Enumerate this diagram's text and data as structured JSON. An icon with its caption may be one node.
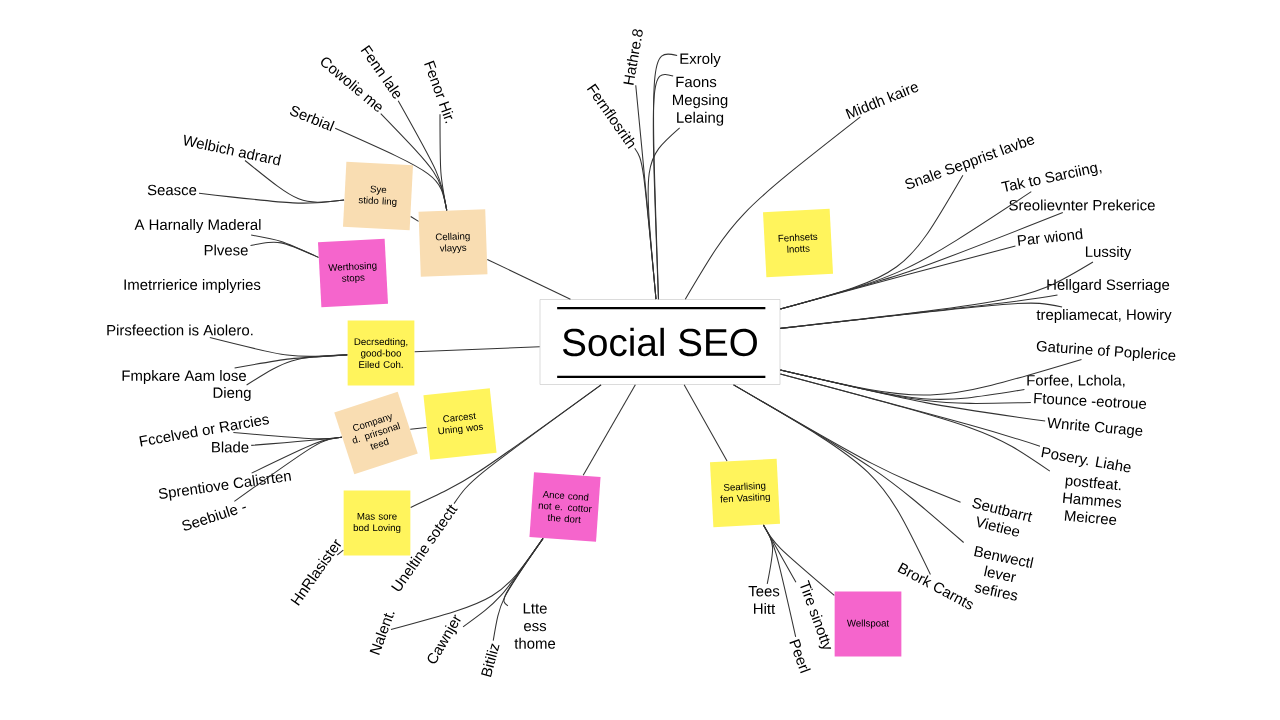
{
  "diagram": {
    "nodes": [
      {
        "text": [
          "Social SEO"
        ]
      },
      {
        "text": [
          "Sye stido ling"
        ]
      },
      {
        "text": [
          "Cellaing vlayys"
        ]
      },
      {
        "text": [
          "Werthosing stops"
        ]
      },
      {
        "text": [
          "Decrsedting, good-boo Eiled Coh."
        ]
      },
      {
        "text": [
          "Company d. prirsonal teed"
        ]
      },
      {
        "text": [
          "Carcest Uning wos"
        ]
      },
      {
        "text": [
          "Mas sore bod Loving"
        ]
      },
      {
        "text": [
          "Ance cond not e. cottor the dort"
        ]
      },
      {
        "text": [
          "Fenhsets lnotts"
        ]
      },
      {
        "text": [
          "Searlising fen Vasiting"
        ]
      },
      {
        "text": [
          "Wellspoat"
        ]
      },
      {
        "text": [
          "Fenn lale"
        ]
      },
      {
        "text": [
          "Cowolie me"
        ]
      },
      {
        "text": [
          "Fenor Hir."
        ]
      },
      {
        "text": [
          "Serbial"
        ]
      },
      {
        "text": [
          "Welbich adrard"
        ]
      },
      {
        "text": [
          "Seasce"
        ]
      },
      {
        "text": [
          "A Harnally Maderal"
        ]
      },
      {
        "text": [
          "Plvese"
        ]
      },
      {
        "text": [
          "Pirsfeection is Aiolero."
        ]
      },
      {
        "text": [
          "Fmpkare Aam lose"
        ]
      },
      {
        "text": [
          "Dieng"
        ]
      },
      {
        "text": [
          "Fccelved or Rarcies"
        ]
      },
      {
        "text": [
          "Blade"
        ]
      },
      {
        "text": [
          "Sprentiove Calisrten"
        ]
      },
      {
        "text": [
          "Seebiule -"
        ]
      },
      {
        "text": [
          "HnRlasister"
        ]
      },
      {
        "text": [
          "Uneltine sotectt"
        ]
      },
      {
        "text": [
          "Nalent."
        ]
      },
      {
        "text": [
          "Cawnjer"
        ]
      },
      {
        "text": [
          "Bitiliz"
        ]
      },
      {
        "text": [
          "Ltte ess thome"
        ]
      },
      {
        "text": [
          "Tees Hitt"
        ]
      },
      {
        "text": [
          "Tire sinotty"
        ]
      },
      {
        "text": [
          "Peerl"
        ]
      },
      {
        "text": [
          "Brork Carnts"
        ]
      },
      {
        "text": [
          "Benwectl lever sefires"
        ]
      },
      {
        "text": [
          "Seutbarrt Vietiee"
        ]
      },
      {
        "text": [
          "Posery. Liahe"
        ]
      },
      {
        "text": [
          "postfeat. Hammes Meicree"
        ]
      },
      {
        "text": [
          "Gaturine of Poplerice"
        ]
      },
      {
        "text": [
          "Forfee, Lchola,"
        ]
      },
      {
        "text": [
          "Ftounce -eotroue"
        ]
      },
      {
        "text": [
          "Wnrite Curage"
        ]
      },
      {
        "text": [
          "Hellgard Sserriage"
        ]
      },
      {
        "text": [
          "trepliamecat, Howiry"
        ]
      },
      {
        "text": [
          "Lussity"
        ]
      },
      {
        "text": [
          "Tak to Sarciing,"
        ]
      },
      {
        "text": [
          "Sreolievnter Prekerice"
        ]
      },
      {
        "text": [
          "Par wiond"
        ]
      },
      {
        "text": [
          "Snale Sepprist lavbe"
        ]
      },
      {
        "text": [
          "Middh kaire"
        ]
      },
      {
        "text": [
          "Hathre.8"
        ]
      },
      {
        "text": [
          "Exroly"
        ]
      },
      {
        "text": [
          "Faons"
        ]
      },
      {
        "text": [
          "Megsing Lelaing"
        ]
      },
      {
        "text": [
          "Fernflosrith"
        ]
      }
    ],
    "edges": [
      {
        "from": 0,
        "to": 2,
        "arrow": "none"
      },
      {
        "from": 2,
        "to": 12,
        "arrow": "none"
      },
      {
        "from": 2,
        "to": 13,
        "arrow": "none"
      },
      {
        "from": 2,
        "to": 14,
        "arrow": "none"
      },
      {
        "from": 2,
        "to": 15,
        "arrow": "none"
      },
      {
        "from": 2,
        "to": 1,
        "arrow": "none"
      },
      {
        "from": 1,
        "to": 16,
        "arrow": "none"
      },
      {
        "from": 1,
        "to": 17,
        "arrow": "none"
      },
      {
        "from": 3,
        "to": 18,
        "arrow": "none"
      },
      {
        "from": 3,
        "to": 19,
        "arrow": "none"
      },
      {
        "from": 0,
        "to": 4,
        "arrow": "none"
      },
      {
        "from": 4,
        "to": 20,
        "arrow": "none"
      },
      {
        "from": 4,
        "to": 21,
        "arrow": "none"
      },
      {
        "from": 4,
        "to": 22,
        "arrow": "none"
      },
      {
        "from": 6,
        "to": 5,
        "arrow": "none"
      },
      {
        "from": 5,
        "to": 23,
        "arrow": "none"
      },
      {
        "from": 5,
        "to": 24,
        "arrow": "none"
      },
      {
        "from": 5,
        "to": 25,
        "arrow": "none"
      },
      {
        "from": 5,
        "to": 26,
        "arrow": "none"
      },
      {
        "from": 0,
        "to": 7,
        "arrow": "none"
      },
      {
        "from": 7,
        "to": 27,
        "arrow": "none"
      },
      {
        "from": 0,
        "to": 28,
        "arrow": "none"
      },
      {
        "from": 0,
        "to": 8,
        "arrow": "none"
      },
      {
        "from": 8,
        "to": 29,
        "arrow": "none"
      },
      {
        "from": 8,
        "to": 30,
        "arrow": "none"
      },
      {
        "from": 8,
        "to": 31,
        "arrow": "none"
      },
      {
        "from": 8,
        "to": 32,
        "arrow": "none"
      },
      {
        "from": 0,
        "to": 53,
        "arrow": "none"
      },
      {
        "from": 0,
        "to": 54,
        "arrow": "none"
      },
      {
        "from": 0,
        "to": 55,
        "arrow": "none"
      },
      {
        "from": 0,
        "to": 56,
        "arrow": "none"
      },
      {
        "from": 0,
        "to": 57,
        "arrow": "none"
      },
      {
        "from": 0,
        "to": 52,
        "arrow": "none"
      },
      {
        "from": 0,
        "to": 51,
        "arrow": "none"
      },
      {
        "from": 0,
        "to": 48,
        "arrow": "none"
      },
      {
        "from": 0,
        "to": 49,
        "arrow": "none"
      },
      {
        "from": 0,
        "to": 50,
        "arrow": "none"
      },
      {
        "from": 0,
        "to": 47,
        "arrow": "none"
      },
      {
        "from": 0,
        "to": 45,
        "arrow": "none"
      },
      {
        "from": 0,
        "to": 46,
        "arrow": "none"
      },
      {
        "from": 0,
        "to": 41,
        "arrow": "none"
      },
      {
        "from": 0,
        "to": 42,
        "arrow": "none"
      },
      {
        "from": 0,
        "to": 43,
        "arrow": "none"
      },
      {
        "from": 0,
        "to": 44,
        "arrow": "none"
      },
      {
        "from": 0,
        "to": 39,
        "arrow": "none"
      },
      {
        "from": 0,
        "to": 40,
        "arrow": "none"
      },
      {
        "from": 0,
        "to": 38,
        "arrow": "none"
      },
      {
        "from": 0,
        "to": 37,
        "arrow": "none"
      },
      {
        "from": 0,
        "to": 36,
        "arrow": "none"
      },
      {
        "from": 0,
        "to": 10,
        "arrow": "none"
      },
      {
        "from": 10,
        "to": 33,
        "arrow": "none"
      },
      {
        "from": 10,
        "to": 34,
        "arrow": "none"
      },
      {
        "from": 10,
        "to": 35,
        "arrow": "none"
      },
      {
        "from": 10,
        "to": 11,
        "arrow": "none"
      }
    ],
    "labels": [
      "Imetrrierice implyries"
    ]
  }
}
